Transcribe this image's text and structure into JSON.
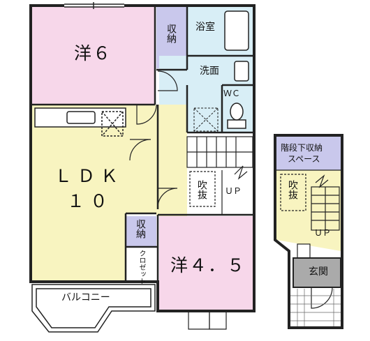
{
  "rooms": {
    "western6": "洋６",
    "storage_top": "収納",
    "bath": "浴室",
    "washroom": "洗面",
    "wc": "ＷＣ",
    "ldk_line1": "ＬＤＫ",
    "ldk_line2": "１０",
    "fukinuke_1": "吹抜",
    "up_1": "ＵＰ",
    "storage_mid": "収納",
    "closet": "クロゼット",
    "western45": "洋４．５",
    "balcony": "バルコニー",
    "understair_line1": "階段下収納",
    "understair_line2": "スペース",
    "fukinuke_2": "吹抜",
    "up_2": "ＵＰ",
    "entrance": "玄関"
  },
  "colors": {
    "western_room": "#f7d7ea",
    "ldk": "#f8f4c0",
    "storage": "#c9c8ec",
    "bath_area": "#d8eef6",
    "hall": "#ffffff",
    "entrance": "#aaaaaa",
    "wall": "#222222"
  }
}
